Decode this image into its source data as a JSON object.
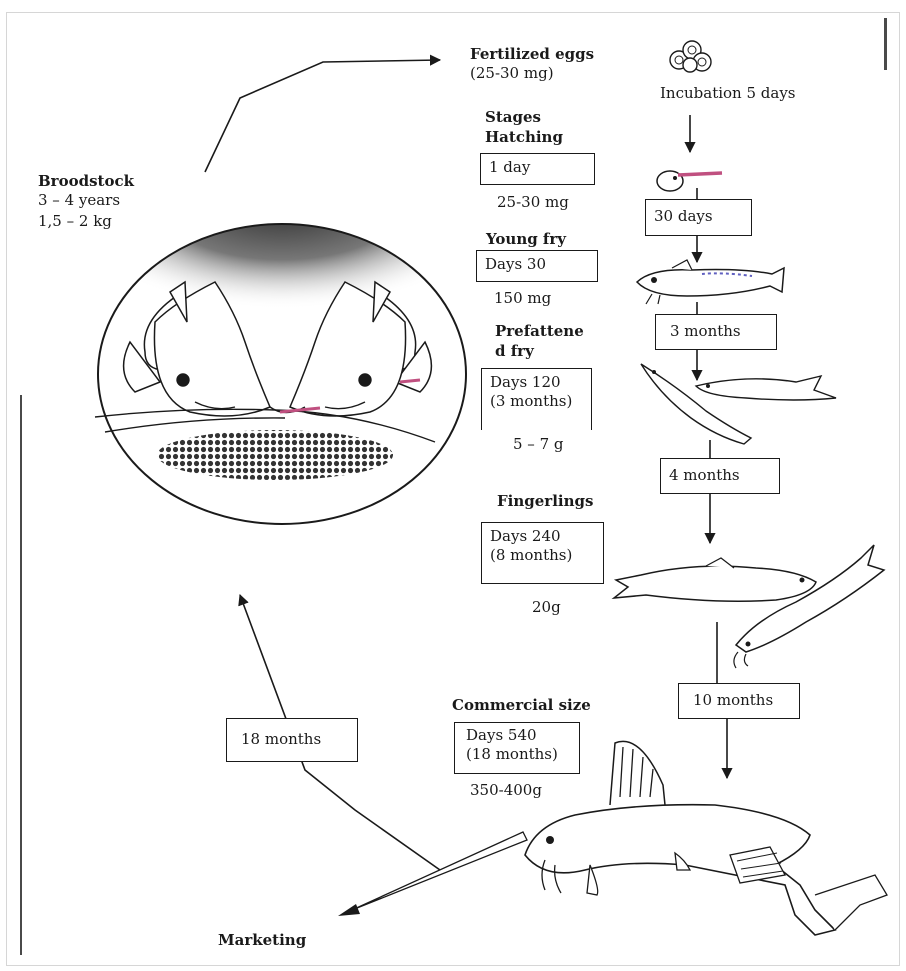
{
  "broodstock": {
    "title": "Broodstock",
    "age": "3 – 4 years",
    "weight": "1,5 – 2 kg"
  },
  "eggs": {
    "title": "Fertilized eggs",
    "weight": "(25-30 mg)",
    "incubation": "Incubation 5 days"
  },
  "stages": {
    "title_line1": "Stages",
    "title_line2": "Hatching"
  },
  "hatching": {
    "day": "1 day",
    "weight": "25-30 mg"
  },
  "young_fry": {
    "title": "Young fry",
    "day": "Days 30",
    "weight": "150 mg"
  },
  "prefattened_fry": {
    "title_line1": "Prefattene",
    "title_line2": "d fry",
    "day_line1": "Days 120",
    "day_line2": "(3 months)",
    "weight": "5 – 7 g"
  },
  "fingerlings": {
    "title": "Fingerlings",
    "day_line1": "Days 240",
    "day_line2": "(8 months)",
    "weight": "20g"
  },
  "commercial": {
    "title": "Commercial size",
    "day_line1": "Days 540",
    "day_line2": "(18 months)",
    "weight": "350-400g"
  },
  "durations": {
    "d30": "30 days",
    "m3": "3 months",
    "m4": "4 months",
    "m10": "10 months",
    "m18": "18 months"
  },
  "marketing": "Marketing",
  "colors": {
    "ink": "#1a1a1a",
    "larva_tail": "#c05080",
    "mouth_accent": "#c05080"
  }
}
